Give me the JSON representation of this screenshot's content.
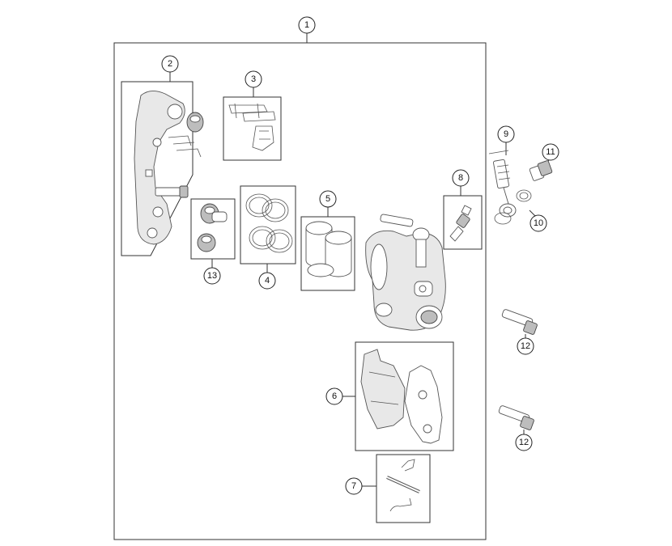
{
  "callouts": {
    "c1": "1",
    "c2": "2",
    "c3": "3",
    "c4": "4",
    "c5": "5",
    "c6": "6",
    "c7": "7",
    "c8": "8",
    "c9": "9",
    "c10": "10",
    "c11": "11",
    "c12a": "12",
    "c12b": "12",
    "c13": "13"
  }
}
